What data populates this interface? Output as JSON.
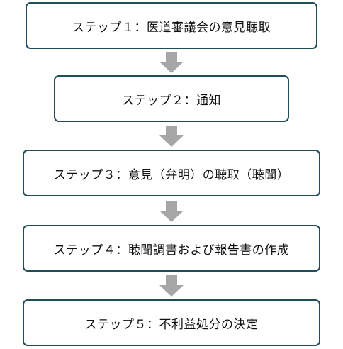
{
  "steps": [
    {
      "label": "ステップ１：医道審議会の意見聴取"
    },
    {
      "label": "ステップ２：通知"
    },
    {
      "label": "ステップ３：意見（弁明）の聴取（聴聞）"
    },
    {
      "label": "ステップ４：聴聞調書および報告書の作成"
    },
    {
      "label": "ステップ５：不利益処分の決定"
    }
  ],
  "colors": {
    "box_border": "#1f4e5a",
    "arrow": "#a6a6a6"
  }
}
